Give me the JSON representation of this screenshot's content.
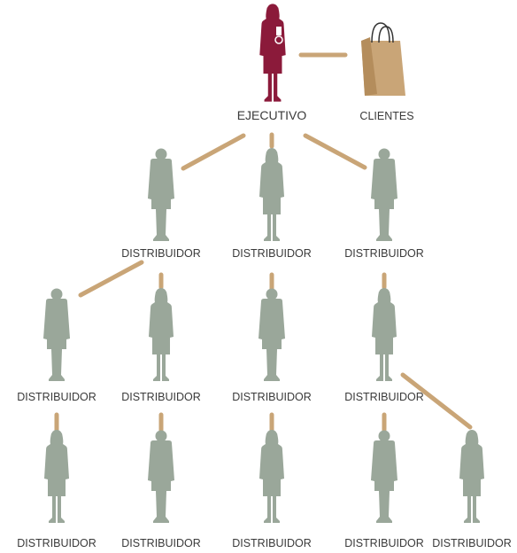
{
  "colors": {
    "executive": "#8b1a3a",
    "person": "#9aa79a",
    "connector": "#c9a577",
    "bag": "#c9a577",
    "bag_shade": "#b48d5c",
    "text": "#3a3a3a"
  },
  "executive": {
    "label": "EJECUTIVO",
    "icon": "executive-woman-icon",
    "badge": "medal-icon"
  },
  "customers": {
    "label": "CLIENTES",
    "icon": "shopping-bag-icon"
  },
  "distributor_label": "DISTRIBUIDOR",
  "rows": [
    {
      "level": 1,
      "nodes": [
        {
          "label": "DISTRIBUIDOR",
          "icon": "man-icon"
        },
        {
          "label": "DISTRIBUIDOR",
          "icon": "woman-icon"
        },
        {
          "label": "DISTRIBUIDOR",
          "icon": "man-icon"
        }
      ]
    },
    {
      "level": 2,
      "nodes": [
        {
          "label": "DISTRIBUIDOR",
          "icon": "man-icon"
        },
        {
          "label": "DISTRIBUIDOR",
          "icon": "woman-icon"
        },
        {
          "label": "DISTRIBUIDOR",
          "icon": "man-icon"
        },
        {
          "label": "DISTRIBUIDOR",
          "icon": "woman-icon"
        }
      ]
    },
    {
      "level": 3,
      "nodes": [
        {
          "label": "DISTRIBUIDOR",
          "icon": "woman-icon"
        },
        {
          "label": "DISTRIBUIDOR",
          "icon": "man-icon"
        },
        {
          "label": "DISTRIBUIDOR",
          "icon": "woman-icon"
        },
        {
          "label": "DISTRIBUIDOR",
          "icon": "man-icon"
        },
        {
          "label": "DISTRIBUIDOR",
          "icon": "woman-icon"
        }
      ]
    }
  ]
}
